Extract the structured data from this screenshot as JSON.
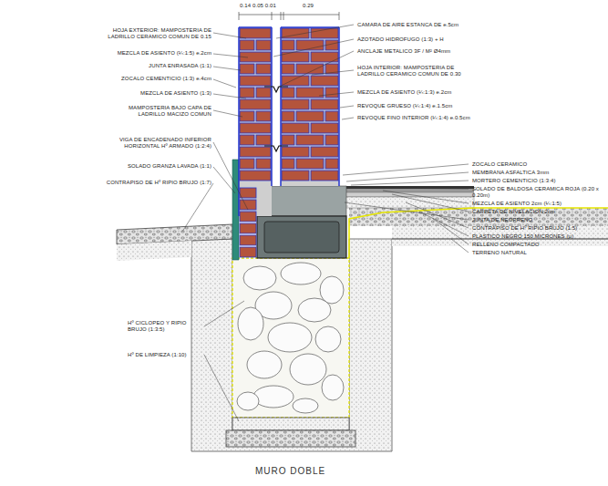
{
  "diagram": {
    "caption": "MURO DOBLE",
    "labels": [
      "0.14 0.05 0.01",
      "0.29",
      "HOJA EXTERIOR: MAMPOSTERIA DE LADRILLO CERAMICO COMUN DE 0.15",
      "MEZCLA DE ASIENTO (¼:1:5) e.2cm",
      "JUNTA ENRASADA (1:1)",
      "ZOCALO CEMENTICIO (1:3) e.4cm",
      "MEZCLA DE ASIENTO (1:3)",
      "MAMPOSTERIA BAJO CAPA DE LADRILLO MACIZO COMUN",
      "VIGA DE ENCADENADO INFERIOR HORIZONTAL Hº ARMADO (1:2:4)",
      "SOLADO GRANZA LAVADA (1:1)",
      "CONTRAPISO DE Hº RIPIO BRUJO (1:7)",
      "Hº CICLOPEO Y RIPIO BRUJO (1:3:5)",
      "Hº DE LIMPIEZA (1:10)",
      "CAMARA DE AIRE ESTANCA DE e.5cm",
      "AZOTADO HIDROFUGO (1:3) + H",
      "ANCLAJE METALICO 3F / M² Ø4mm",
      "HOJA INTERIOR: MAMPOSTERIA DE LADRILLO CERAMICO COMUN DE 0.30",
      "MEZCLA DE ASIENTO (¼:1:3) e.2cm",
      "REVOQUE GRUESO (¼:1:4) e.1.5cm",
      "REVOQUE FINO INTERIOR (¼:1:4) e.0.5cm",
      "ZOCALO CERAMICO",
      "MEMBRANA ASFALTICA 3mm",
      "MORTERO CEMENTICIO (1:3:4)",
      "SOLADO DE BALDOSA CERAMICA ROJA (0.20 x 0.20m)",
      "MEZCLA DE ASIENTO 2cm (¼:1:5)",
      "CARPETA DE NIVELACION 2cm",
      "JUNTA DE NEOPRENO",
      "CONTRAPISO DE Hº RIPIO BRUJO (1:5)",
      "PLASTICO NEGRO 150 MICRONES (μ)",
      "RELLENO COMPACTADO",
      "TERRENO NATURAL"
    ]
  }
}
